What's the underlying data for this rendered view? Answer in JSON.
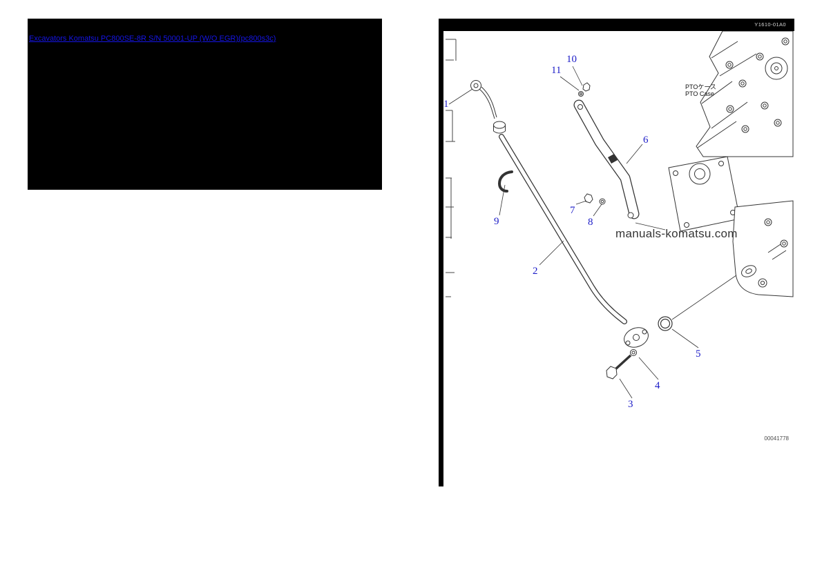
{
  "link_box": {
    "link_text": "Excavators Komatsu PC800SE-8R S/N 50001-UP (W/O EGR)(pc800s3c)",
    "link_color": "#1515e8",
    "background": "#000000"
  },
  "diagram": {
    "header": {
      "code": "Y1610-01A0",
      "background": "#000000",
      "text_color": "#d9d9d9"
    },
    "labels": {
      "pto_case_jp": "PTOケース",
      "pto_case_en": "PTO Case"
    },
    "watermark": "manuals-komatsu.com",
    "drawing_number": "00041778",
    "callout_color": "#1b1bc7",
    "callouts": [
      {
        "label": "1"
      },
      {
        "label": "2"
      },
      {
        "label": "3"
      },
      {
        "label": "4"
      },
      {
        "label": "5"
      },
      {
        "label": "6"
      },
      {
        "label": "7"
      },
      {
        "label": "8"
      },
      {
        "label": "9"
      },
      {
        "label": "10"
      },
      {
        "label": "11"
      }
    ]
  }
}
